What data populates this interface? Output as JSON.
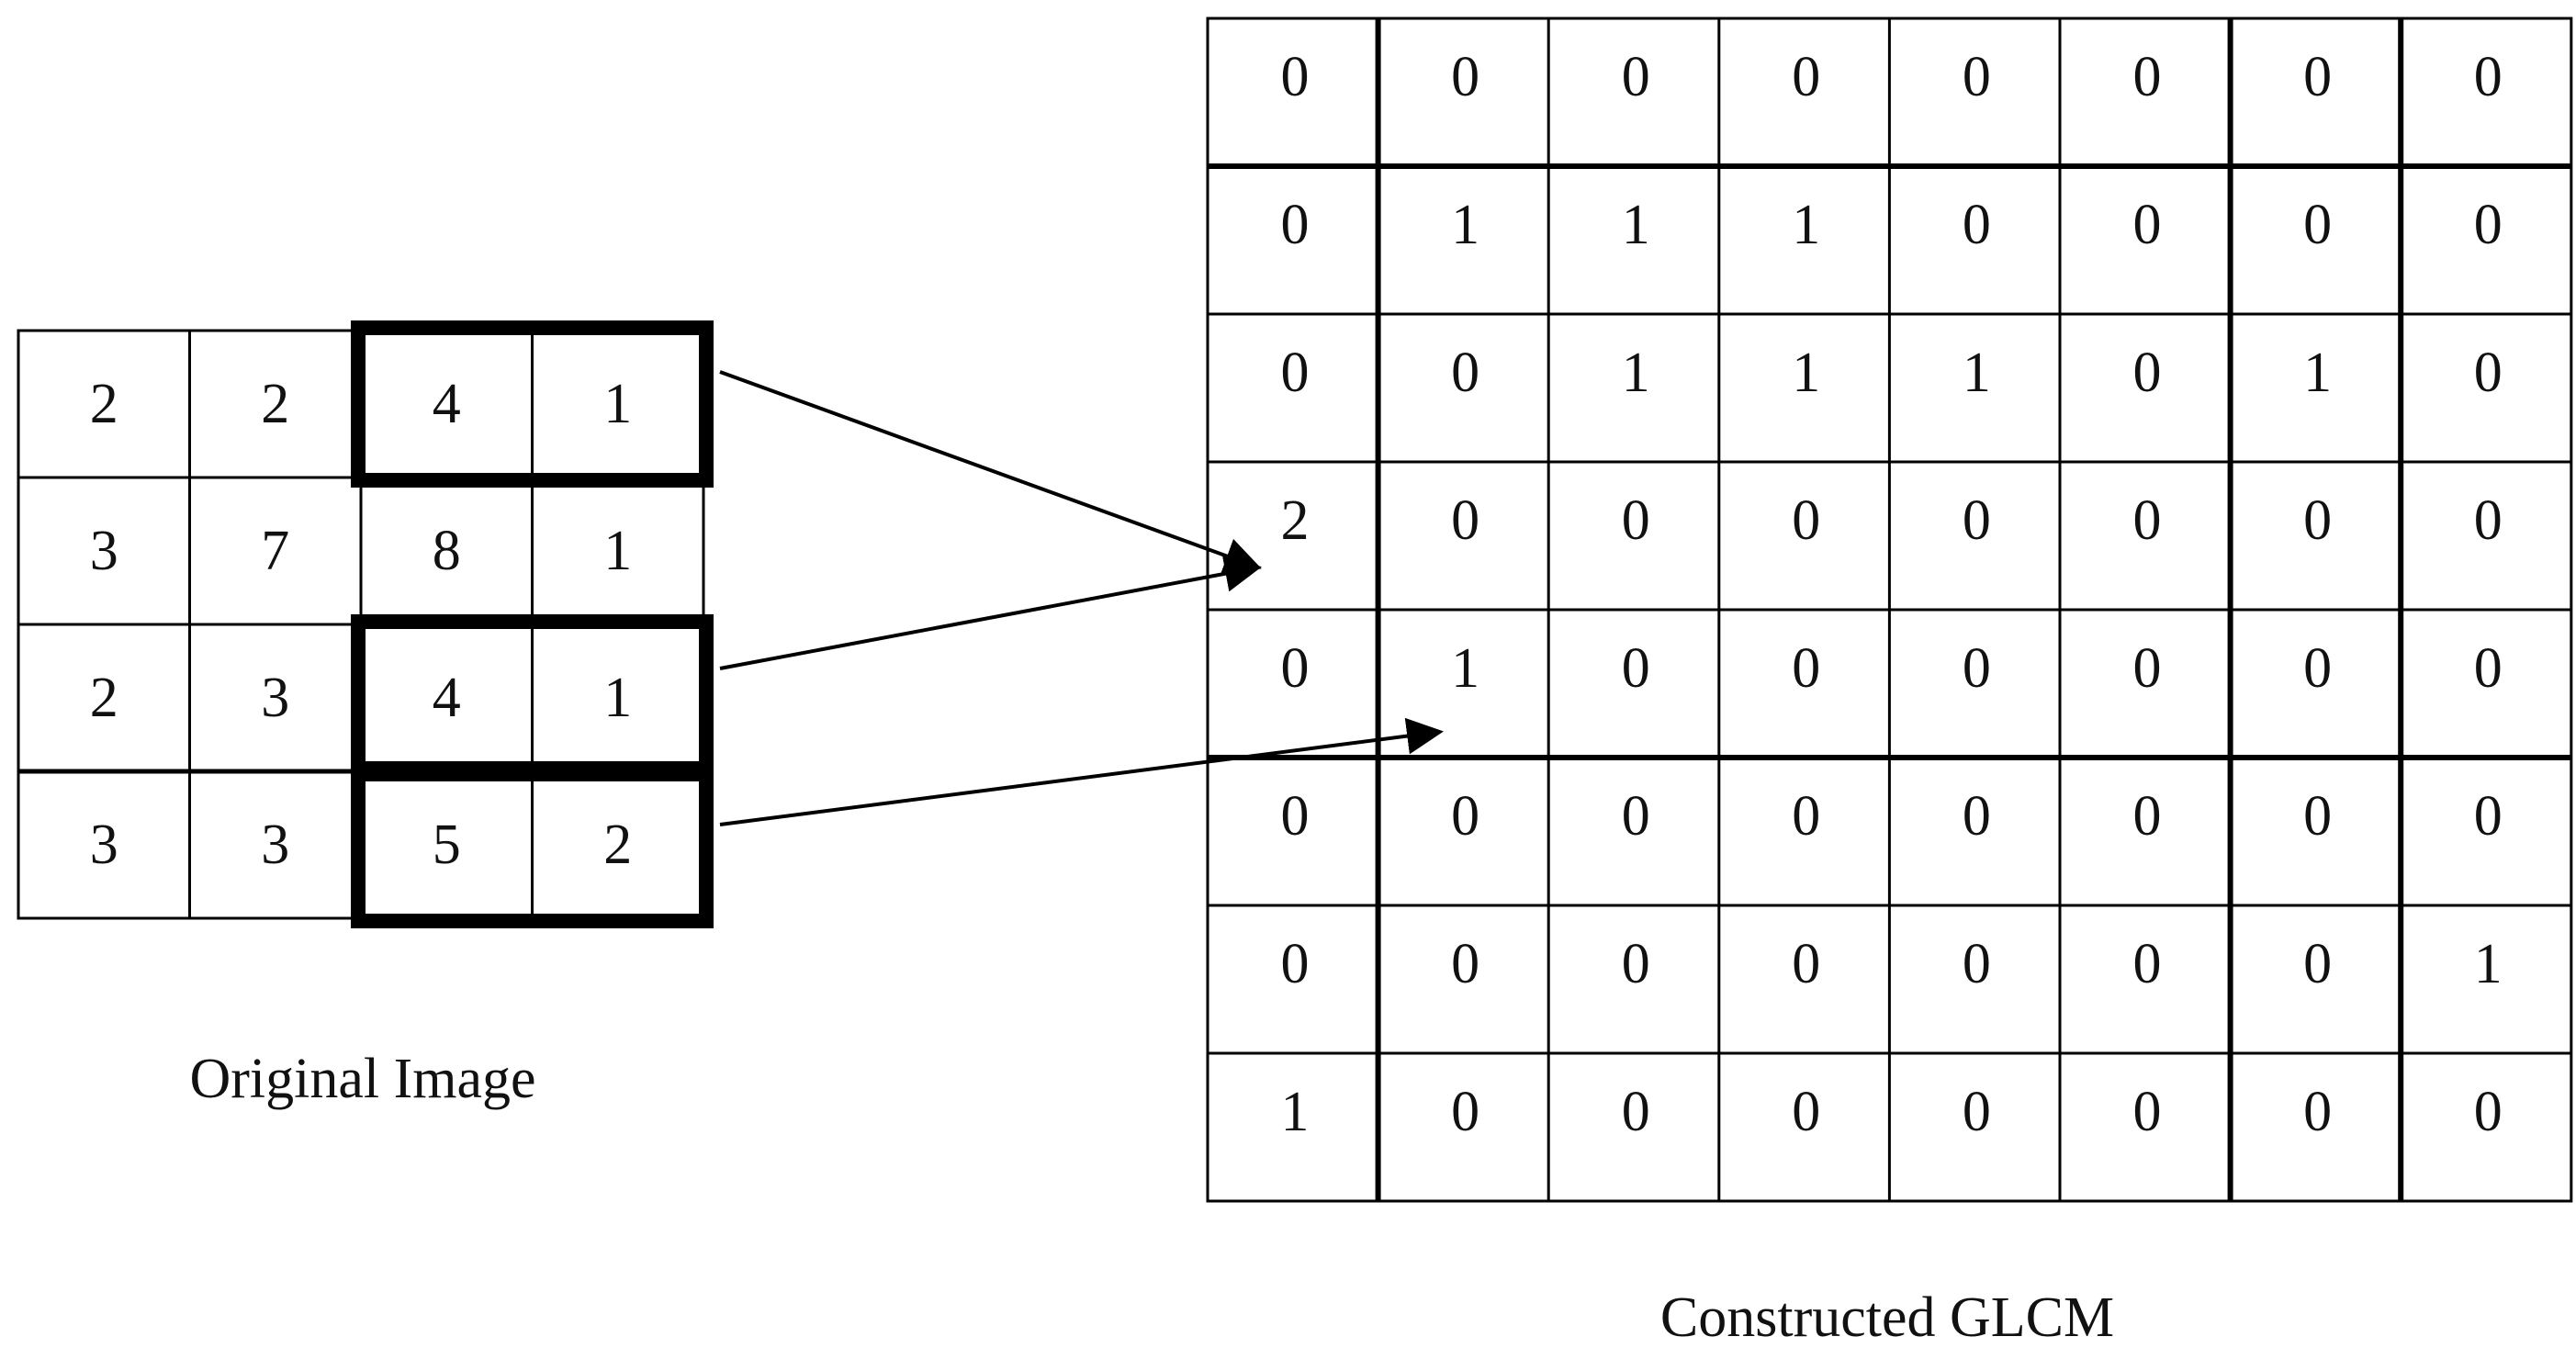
{
  "original_image": {
    "caption": "Original Image",
    "rows": [
      [
        "2",
        "2",
        "4",
        "1"
      ],
      [
        "3",
        "7",
        "8",
        "1"
      ],
      [
        "2",
        "3",
        "4",
        "1"
      ],
      [
        "3",
        "3",
        "5",
        "2"
      ]
    ]
  },
  "glcm": {
    "caption": "Constructed GLCM",
    "rows": [
      [
        "0",
        "0",
        "0",
        "0",
        "0",
        "0",
        "0",
        "0"
      ],
      [
        "0",
        "1",
        "1",
        "1",
        "0",
        "0",
        "0",
        "0"
      ],
      [
        "0",
        "0",
        "1",
        "1",
        "1",
        "0",
        "1",
        "0"
      ],
      [
        "2",
        "0",
        "0",
        "0",
        "0",
        "0",
        "0",
        "0"
      ],
      [
        "0",
        "1",
        "0",
        "0",
        "0",
        "0",
        "0",
        "0"
      ],
      [
        "0",
        "0",
        "0",
        "0",
        "0",
        "0",
        "0",
        "0"
      ],
      [
        "0",
        "0",
        "0",
        "0",
        "0",
        "0",
        "0",
        "1"
      ],
      [
        "1",
        "0",
        "0",
        "0",
        "0",
        "0",
        "0",
        "0"
      ]
    ]
  },
  "highlighted_pairs": [
    {
      "values": [
        "4",
        "1"
      ],
      "target_cell": "2"
    },
    {
      "values": [
        "4",
        "1"
      ],
      "target_cell": "2"
    },
    {
      "values": [
        "5",
        "2"
      ],
      "target_cell": "1"
    }
  ]
}
